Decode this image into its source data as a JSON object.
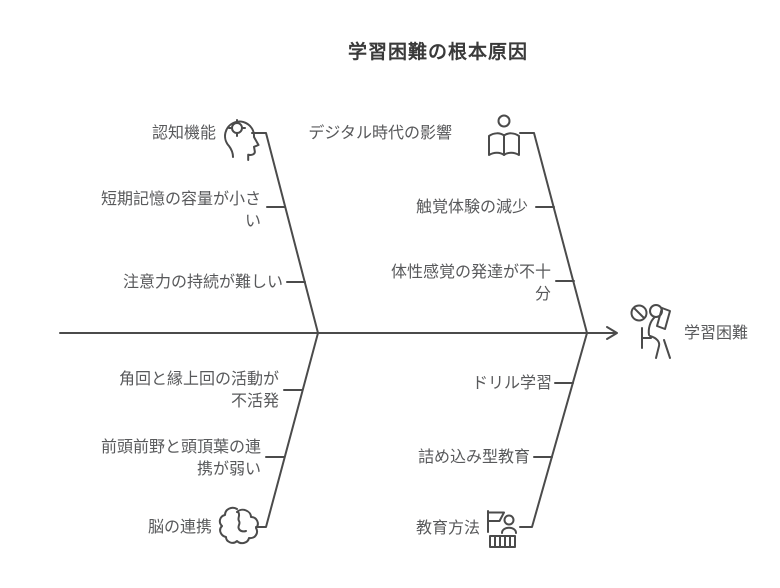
{
  "title": "学習困難の根本原因",
  "effect": {
    "label": "学習困難",
    "icon": "struggling-student-icon"
  },
  "branches": [
    {
      "id": "cognitive-function",
      "position": "top-left",
      "label": "認知機能",
      "icon": "head-gear-icon",
      "causes": [
        "短期記憶の容量が小さい",
        "注意力の持続が難しい"
      ]
    },
    {
      "id": "digital-era",
      "position": "top-right",
      "label": "デジタル時代の影響",
      "icon": "reading-person-icon",
      "causes": [
        "触覚体験の減少",
        "体性感覚の発達が不十分"
      ]
    },
    {
      "id": "brain-coordination",
      "position": "bottom-left",
      "label": "脳の連携",
      "icon": "brain-icon",
      "causes": [
        "角回と縁上回の活動が不活発",
        "前頭前野と頭頂葉の連携が弱い"
      ]
    },
    {
      "id": "education-method",
      "position": "bottom-right",
      "label": "教育方法",
      "icon": "teacher-blackboard-icon",
      "causes": [
        "ドリル学習",
        "詰め込み型教育"
      ]
    }
  ],
  "colors": {
    "line": "#4b4b4b",
    "text": "#58595b",
    "title": "#3a3a3a",
    "background": "#ffffff"
  }
}
